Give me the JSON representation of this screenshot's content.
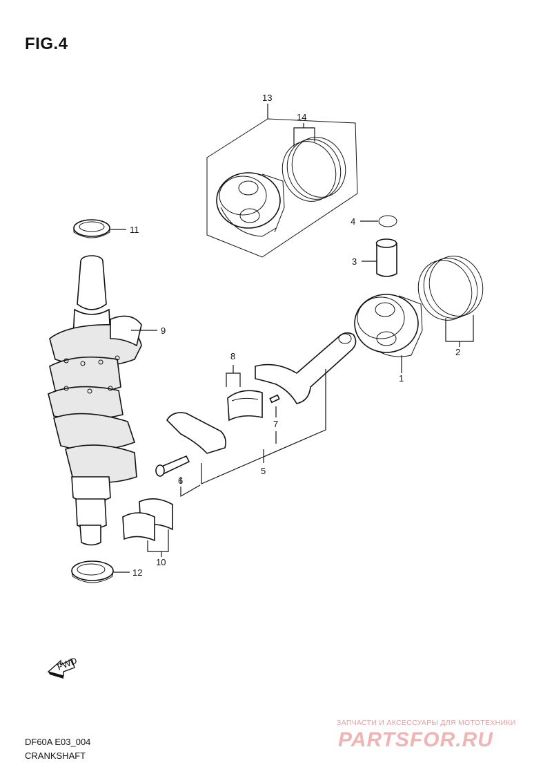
{
  "figure": {
    "title": "FIG.4",
    "code": "DF60A E03_004",
    "name": "CRANKSHAFT"
  },
  "callouts": {
    "c1": "1",
    "c2": "2",
    "c3": "3",
    "c4": "4",
    "c5": "5",
    "c6": "6",
    "c7": "7",
    "c8": "8",
    "c9": "9",
    "c10": "10",
    "c11": "11",
    "c12": "12",
    "c13": "13",
    "c14": "14"
  },
  "fwd_label": "FWD",
  "watermark": {
    "tagline": "ЗАПЧАСТИ И АКСЕССУАРЫ ДЛЯ МОТОТЕХНИКИ",
    "logo": "PARTSFOR.RU",
    "color": "#e23c3c"
  }
}
